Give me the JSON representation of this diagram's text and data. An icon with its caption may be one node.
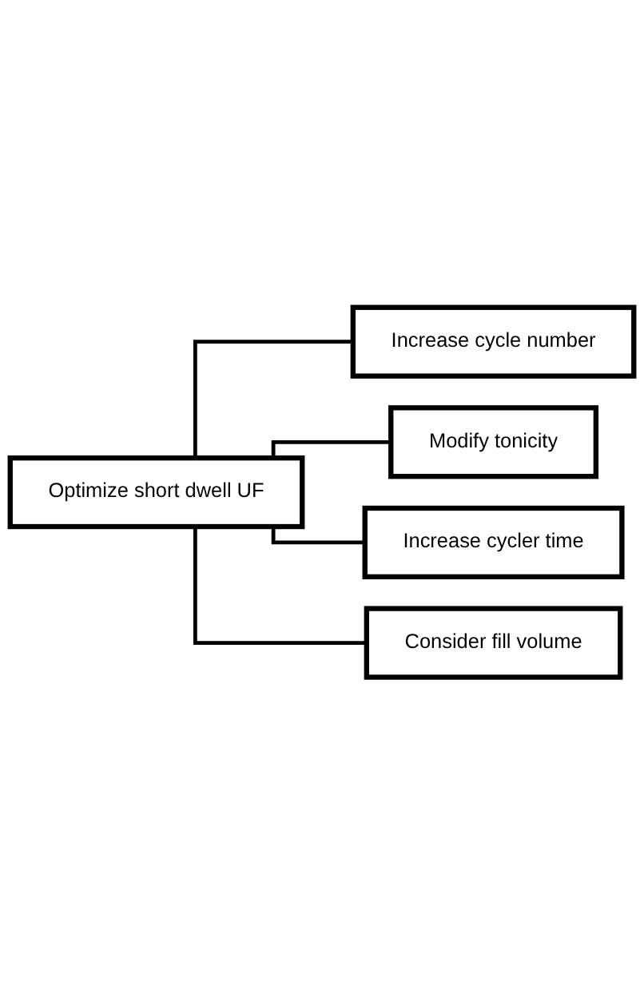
{
  "diagram": {
    "nodes": [
      {
        "text": [
          "Optimize short dwell UF"
        ]
      },
      {
        "text": [
          "Increase cycle number"
        ]
      },
      {
        "text": [
          "Modify tonicity"
        ]
      },
      {
        "text": [
          "Increase cycler time"
        ]
      },
      {
        "text": [
          "Consider fill volume"
        ]
      }
    ],
    "edges": [
      {
        "from": 0,
        "to": 1,
        "arrow": "none"
      },
      {
        "from": 0,
        "to": 2,
        "arrow": "none"
      },
      {
        "from": 0,
        "to": 3,
        "arrow": "none"
      },
      {
        "from": 0,
        "to": 4,
        "arrow": "none"
      }
    ]
  }
}
